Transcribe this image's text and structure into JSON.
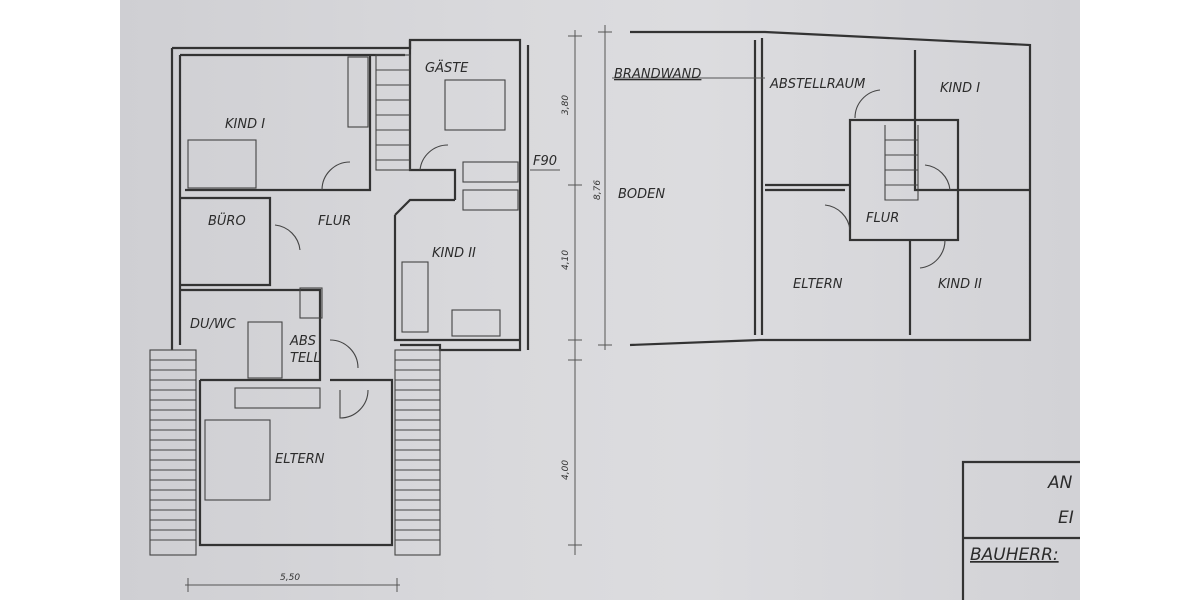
{
  "ground_floor": {
    "rooms": [
      "KIND I",
      "GÄSTE",
      "BÜRO",
      "FLUR",
      "KIND II",
      "DU/WC",
      "ABS",
      "TELL",
      "ELTERN"
    ],
    "annotation": "F90",
    "dimensions": {
      "width": "5,50",
      "right": [
        "3,80",
        "4,10",
        "4,00"
      ]
    }
  },
  "upper_floor": {
    "rooms": [
      "ABSTELLRAUM",
      "KIND I",
      "BODEN",
      "FLUR",
      "ELTERN",
      "KIND II"
    ],
    "annotation": "BRANDWAND",
    "dimension": "8,76"
  },
  "title_block": {
    "line1": "AN",
    "line2": "EI",
    "owner_label": "BAUHERR:"
  }
}
